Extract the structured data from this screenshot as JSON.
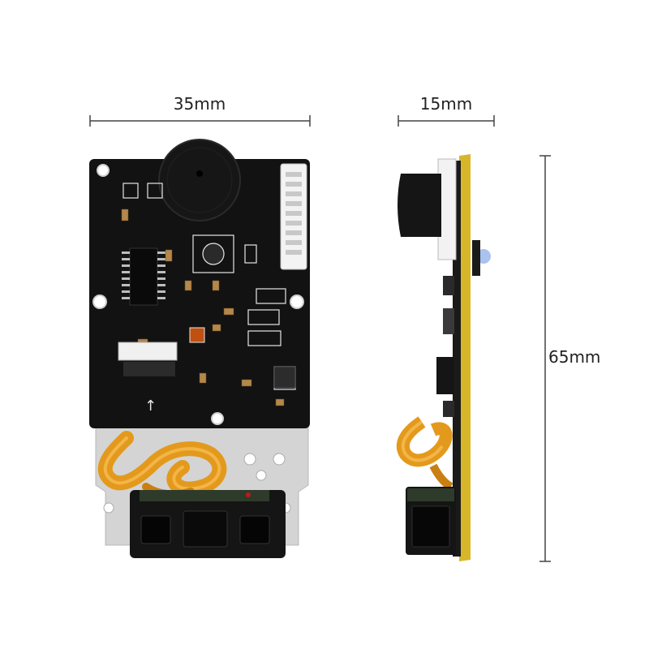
{
  "dimensions": {
    "width": "35mm",
    "depth": "15mm",
    "height": "65mm"
  },
  "colors": {
    "pcb": "#121212",
    "silkscreen": "#e8e8e8",
    "flex_cable": "#e39a1c",
    "metal_plate": "#d2d2d2",
    "pcb_edge": "#d8b62a",
    "dimension_line": "#444444",
    "button_cap": "#a9c2ee"
  }
}
